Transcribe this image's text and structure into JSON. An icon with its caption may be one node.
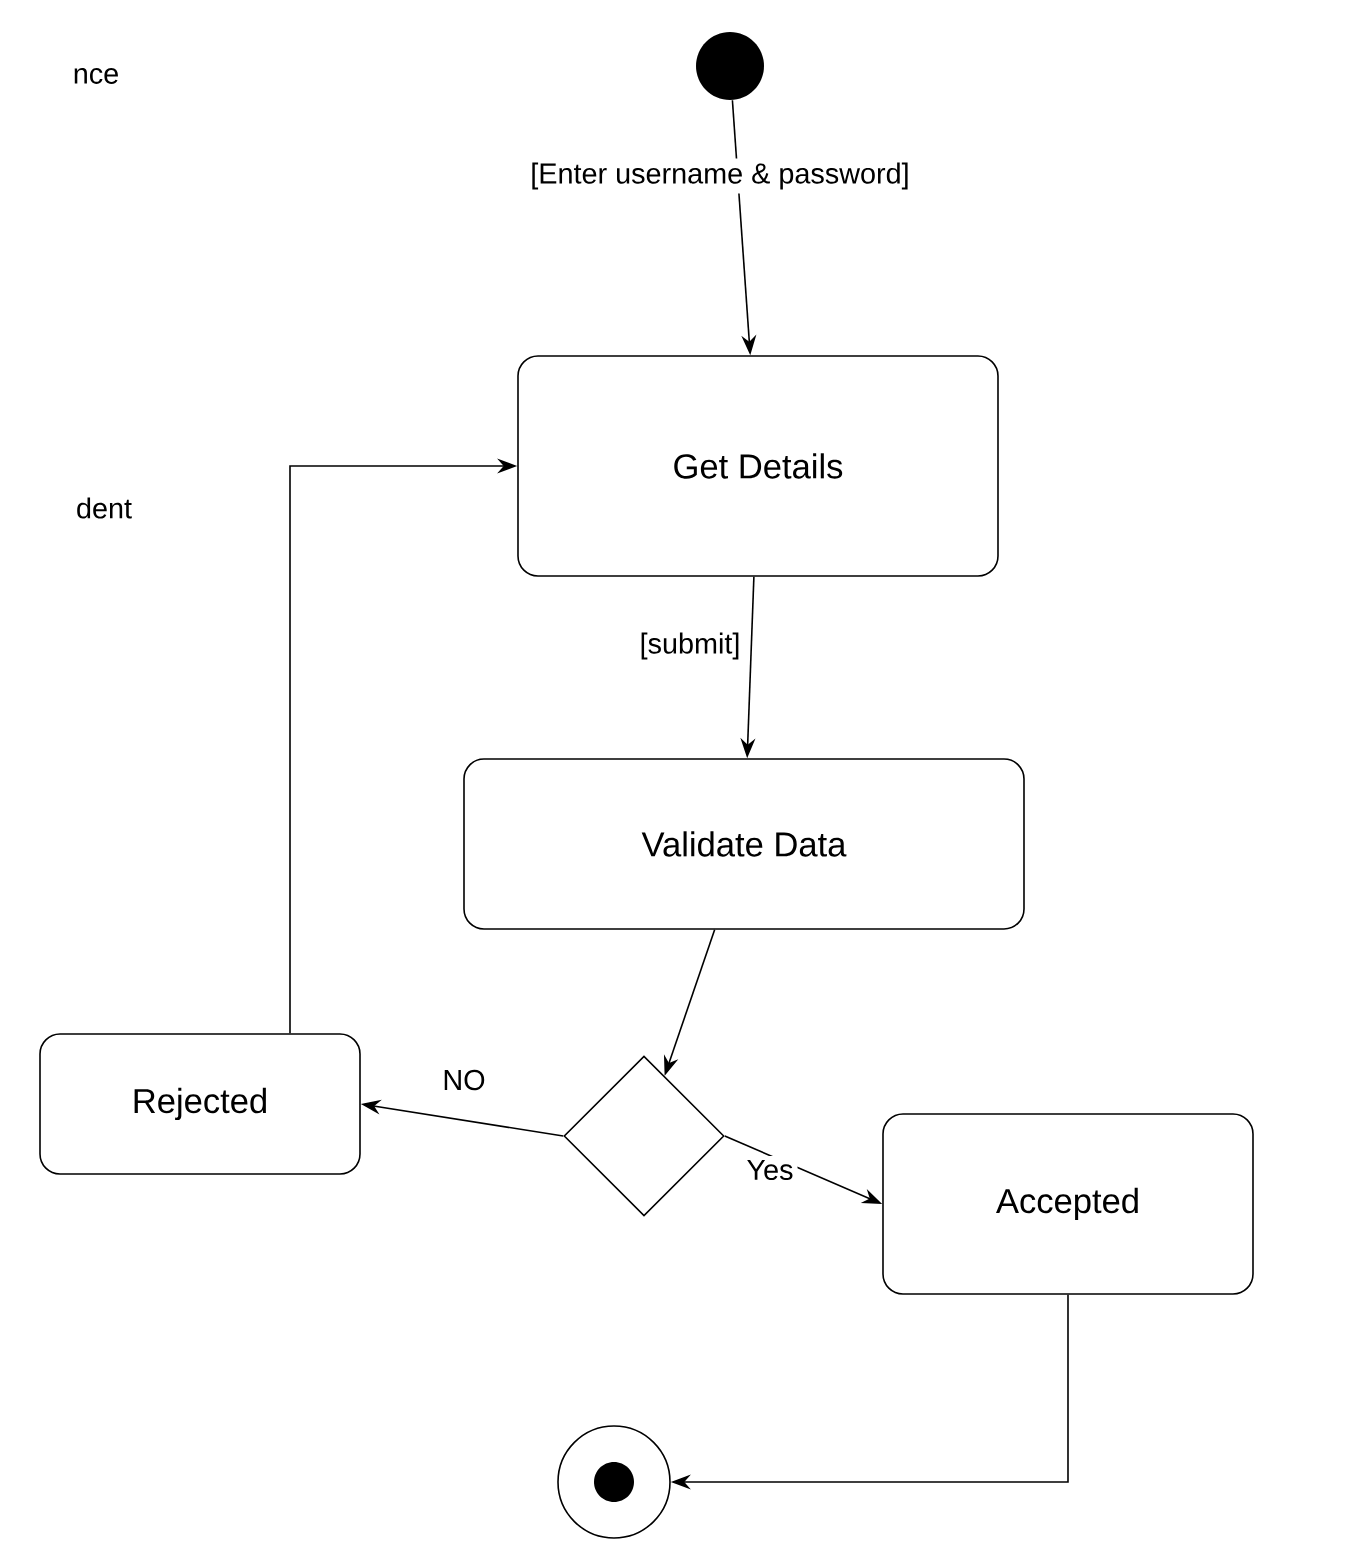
{
  "diagram": {
    "nodes": [
      {
        "text": [],
        "shape": "dot"
      },
      {
        "text": [
          "Get Details"
        ]
      },
      {
        "text": [
          "Validate Data"
        ]
      },
      {
        "text": [],
        "shape": "diamond"
      },
      {
        "text": [
          "Rejected"
        ]
      },
      {
        "text": [
          "Accepted"
        ]
      },
      {
        "text": [],
        "shape": "target"
      }
    ],
    "edges": [
      {
        "from": 0,
        "to": 1,
        "arrow": "to",
        "label": "[Enter username & password]"
      },
      {
        "from": 1,
        "to": 2,
        "arrow": "to",
        "label": "[submit]"
      },
      {
        "from": 2,
        "to": 3,
        "arrow": "to"
      },
      {
        "from": 3,
        "to": 4,
        "arrow": "to",
        "label": "NO"
      },
      {
        "from": 3,
        "to": 5,
        "arrow": "to",
        "label": "Yes"
      },
      {
        "from": 4,
        "to": 1,
        "arrow": "to"
      },
      {
        "from": 5,
        "to": 6,
        "arrow": "to"
      }
    ],
    "labels": [
      "nce",
      "dent"
    ]
  }
}
